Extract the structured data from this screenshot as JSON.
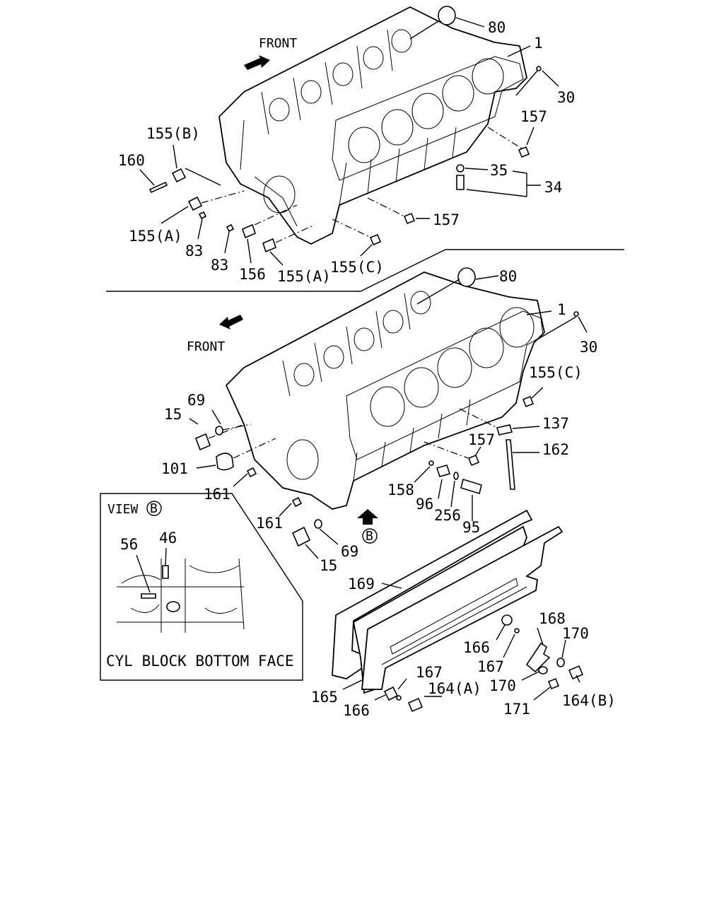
{
  "front_label": "FRONT",
  "view_box": {
    "title": "VIEW",
    "marker": "B",
    "caption": "CYL BLOCK BOTTOM FACE",
    "parts": [
      "56",
      "46"
    ]
  },
  "view_marker": "B",
  "top_callouts": {
    "c80": "80",
    "c1": "1",
    "c30": "30",
    "c157a": "157",
    "c35": "35",
    "c34": "34",
    "c157b": "157",
    "c155b": "155(B)",
    "c160": "160",
    "c155a": "155(A)",
    "c83a": "83",
    "c83b": "83",
    "c156": "156",
    "c155a2": "155(A)",
    "c155c": "155(C)"
  },
  "bottom_callouts": {
    "c80": "80",
    "c1": "1",
    "c30": "30",
    "c155c": "155(C)",
    "c137": "137",
    "c162": "162",
    "c157": "157",
    "c69a": "69",
    "c15a": "15",
    "c101": "101",
    "c161a": "161",
    "c158": "158",
    "c96": "96",
    "c256": "256",
    "c95": "95",
    "c161b": "161",
    "c69b": "69",
    "c15b": "15",
    "c169": "169",
    "c168": "168",
    "c170a": "170",
    "c166a": "166",
    "c167a": "167",
    "c170b": "170",
    "c165": "165",
    "c167b": "167",
    "c164a": "164(A)",
    "c166b": "166",
    "c171": "171",
    "c164b": "164(B)"
  }
}
